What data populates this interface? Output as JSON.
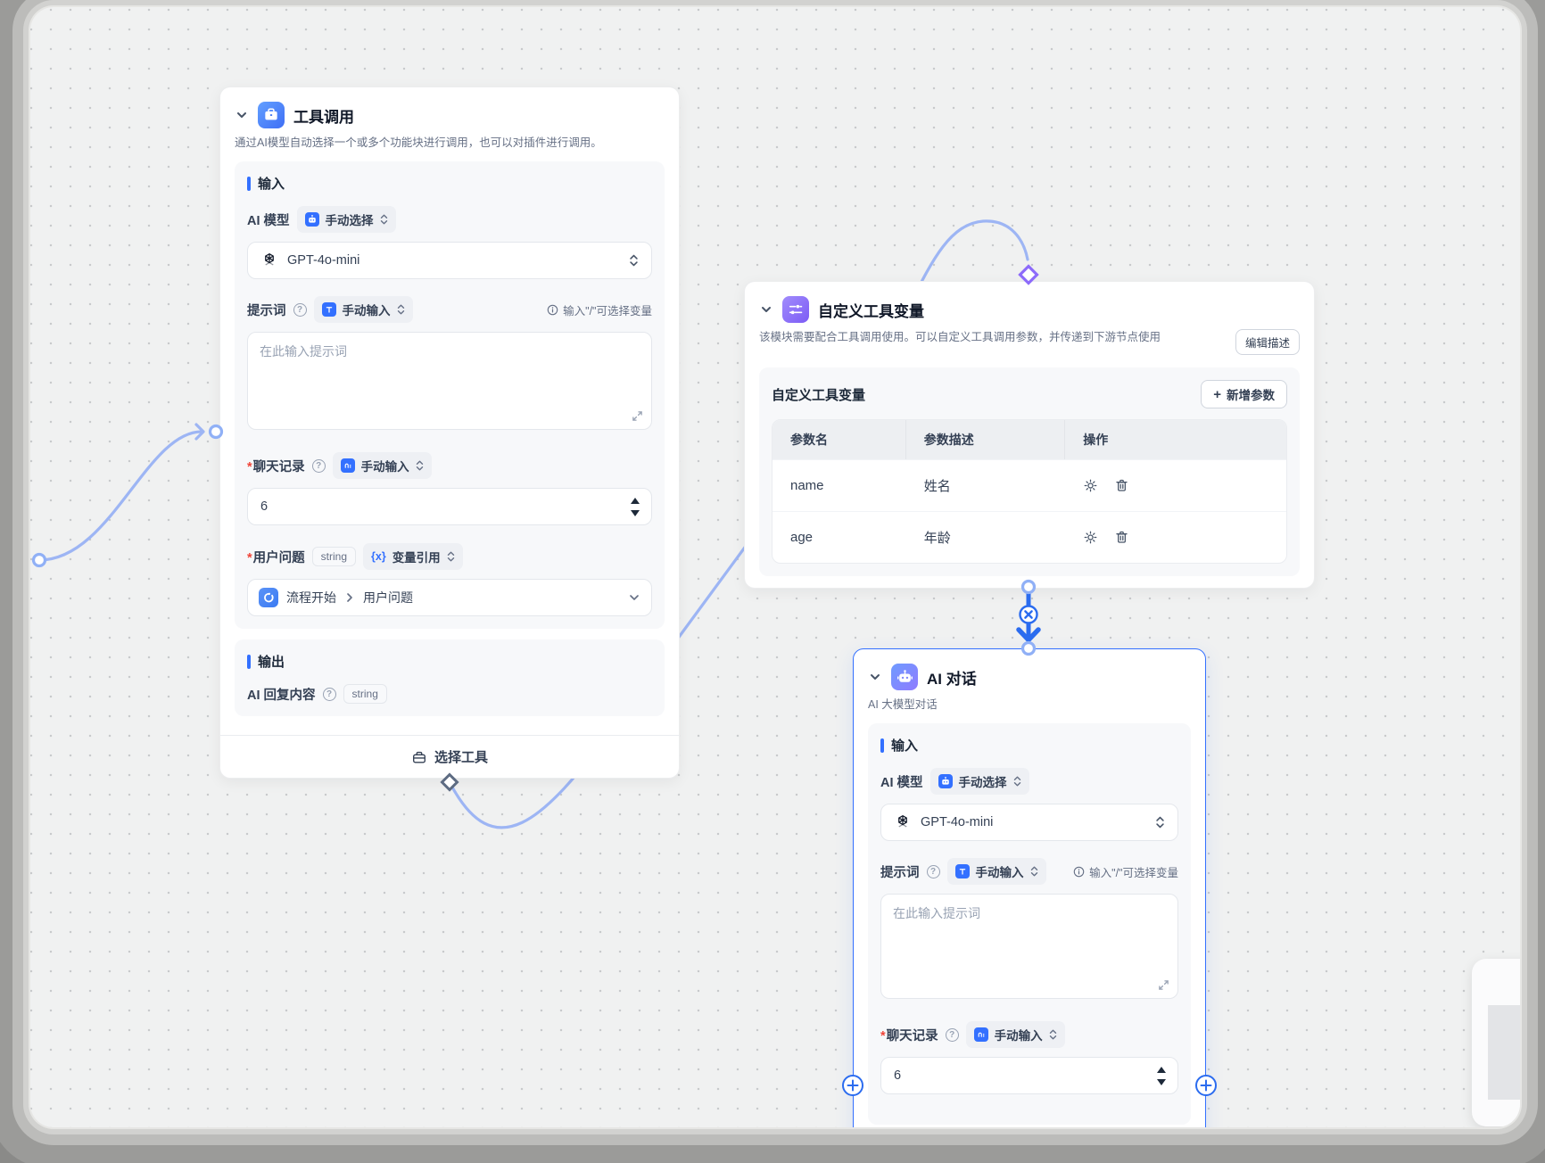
{
  "ui": {
    "required_mark": "*",
    "question_mark": "?",
    "varref_glyph": "{x}"
  },
  "tool_node": {
    "title": "工具调用",
    "description": "通过AI模型自动选择一个或多个功能块进行调用，也可以对插件进行调用。",
    "input_title": "输入",
    "model_label": "AI 模型",
    "model_badge": "手动选择",
    "model_value": "GPT-4o-mini",
    "prompt_label": "提示词",
    "prompt_badge": "手动输入",
    "prompt_hint": "输入\"/\"可选择变量",
    "prompt_placeholder": "在此输入提示词",
    "history_label": "聊天记录",
    "history_badge": "手动输入",
    "history_value": "6",
    "question_label": "用户问题",
    "question_type": "string",
    "question_badge": "变量引用",
    "question_ref_node": "流程开始",
    "question_ref_field": "用户问题",
    "output_title": "输出",
    "output_name": "AI 回复内容",
    "output_type": "string",
    "footer_button": "选择工具"
  },
  "vars_node": {
    "title": "自定义工具变量",
    "description": "该模块需要配合工具调用使用。可以自定义工具调用参数，并传递到下游节点使用",
    "edit_button": "编辑描述",
    "section_title": "自定义工具变量",
    "add_plus": "+",
    "add_button": "新增参数",
    "table": {
      "headers": [
        "参数名",
        "参数描述",
        "操作"
      ],
      "rows": [
        {
          "name": "name",
          "desc": "姓名"
        },
        {
          "name": "age",
          "desc": "年龄"
        }
      ]
    }
  },
  "chat_node": {
    "title": "AI 对话",
    "description": "AI 大模型对话",
    "input_title": "输入",
    "model_label": "AI 模型",
    "model_badge": "手动选择",
    "model_value": "GPT-4o-mini",
    "prompt_label": "提示词",
    "prompt_badge": "手动输入",
    "prompt_hint": "输入\"/\"可选择变量",
    "prompt_placeholder": "在此输入提示词",
    "history_label": "聊天记录",
    "history_badge": "手动输入",
    "history_value": "6"
  },
  "colors": {
    "accent": "#3370ff",
    "edge": "#9db5f4",
    "connector": "#2b6cef",
    "diamond_purple": "#8d6bfa",
    "diamond_slate": "#5d6b82"
  }
}
